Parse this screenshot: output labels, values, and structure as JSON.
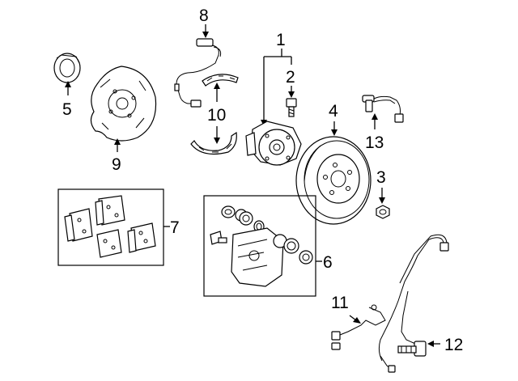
{
  "callouts": {
    "c1": "1",
    "c2": "2",
    "c3": "3",
    "c4": "4",
    "c5": "5",
    "c6": "6",
    "c7": "7",
    "c8": "8",
    "c9": "9",
    "c10": "10",
    "c11": "11",
    "c12": "12",
    "c13": "13"
  },
  "parts": [
    {
      "callout": "1",
      "icon": "hub-bearing-icon"
    },
    {
      "callout": "2",
      "icon": "hub-bolt-icon"
    },
    {
      "callout": "3",
      "icon": "lug-nut-icon"
    },
    {
      "callout": "4",
      "icon": "brake-rotor-icon"
    },
    {
      "callout": "5",
      "icon": "seal-ring-icon"
    },
    {
      "callout": "6",
      "icon": "caliper-kit-icon"
    },
    {
      "callout": "7",
      "icon": "brake-pad-set-icon"
    },
    {
      "callout": "8",
      "icon": "wear-sensor-icon"
    },
    {
      "callout": "9",
      "icon": "backing-plate-icon"
    },
    {
      "callout": "10",
      "icon": "parking-brake-shoe-icon"
    },
    {
      "callout": "11",
      "icon": "abs-sensor-harness-icon"
    },
    {
      "callout": "12",
      "icon": "abs-sensor-icon"
    },
    {
      "callout": "13",
      "icon": "brake-hose-icon"
    }
  ]
}
